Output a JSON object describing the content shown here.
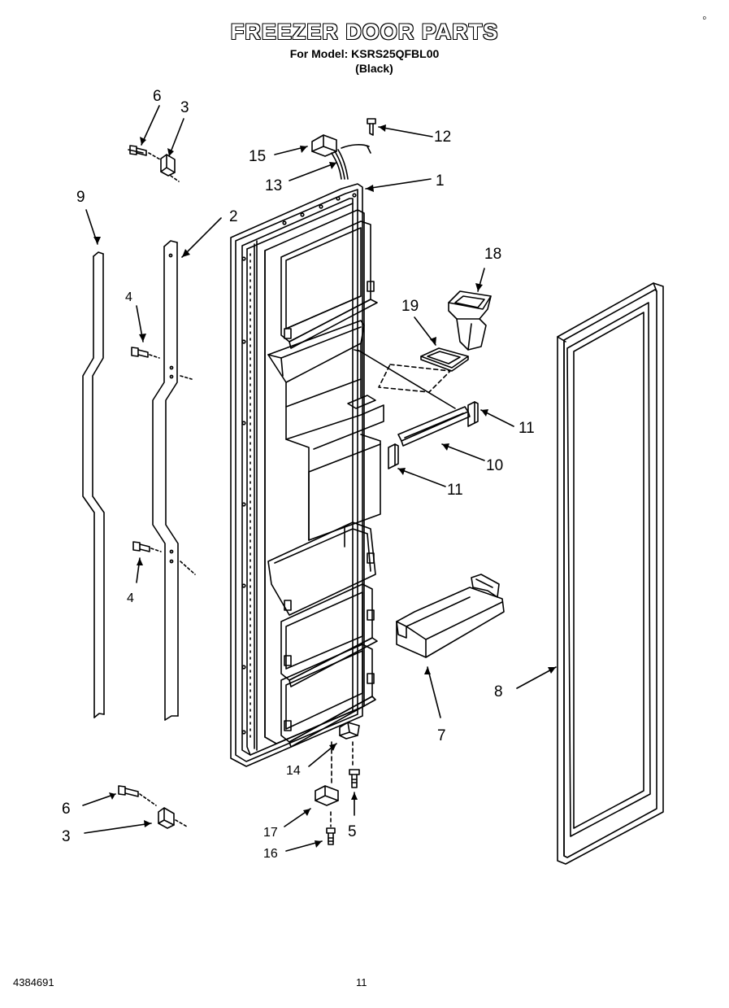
{
  "title": "FREEZER DOOR PARTS",
  "subtitle_model": "For Model: KSRS25QFBL00",
  "subtitle_color": "(Black)",
  "corner_mark": "◦",
  "doc_number": "4384691",
  "page_number": "11",
  "callouts": [
    "1",
    "2",
    "3",
    "3",
    "4",
    "4",
    "5",
    "6",
    "6",
    "7",
    "8",
    "9",
    "10",
    "11",
    "11",
    "12",
    "13",
    "14",
    "15",
    "16",
    "17",
    "18",
    "19"
  ]
}
